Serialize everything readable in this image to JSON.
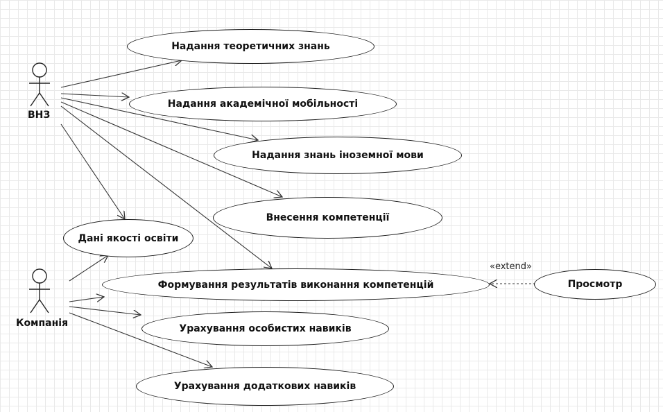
{
  "actors": {
    "university": "ВНЗ",
    "company": "Компанія"
  },
  "use_cases": {
    "theory": "Надання теоретичних знань",
    "mobility": "Надання академічної мобільності",
    "language": "Надання знань іноземної мови",
    "competence_entry": "Внесення компетенції",
    "quality_data": "Дані якості освіти",
    "results": "Формування результатів виконання компетенцій",
    "view": "Просмотр",
    "personal_skills": "Урахування особистих навиків",
    "extra_skills": "Урахування додаткових навиків"
  },
  "relations": {
    "extend_label": "«extend»"
  }
}
